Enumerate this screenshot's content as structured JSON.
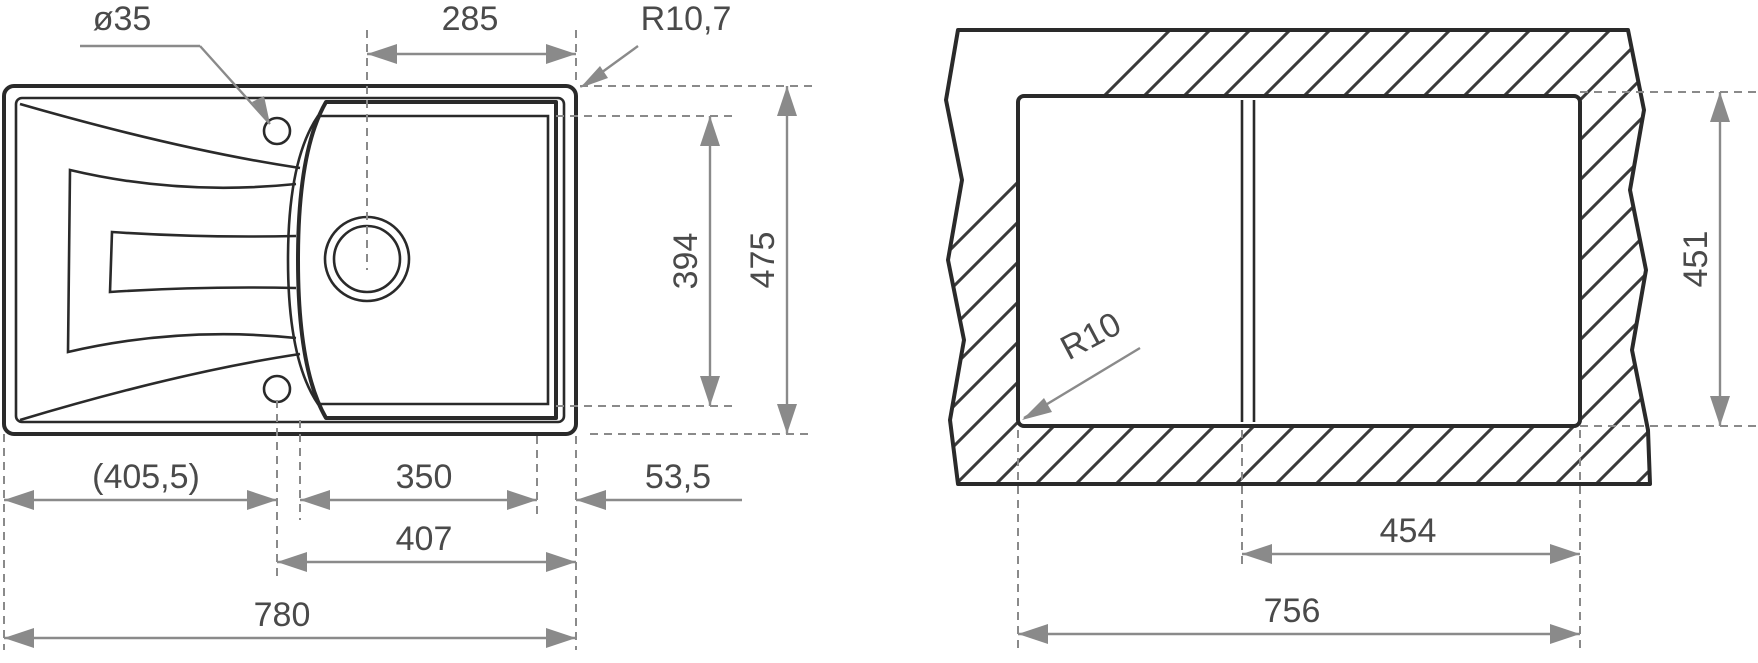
{
  "sink_plan": {
    "hole_diameter_label": "ø35",
    "bowl_center_offset_label": "285",
    "outer_corner_radius_label": "R10,7",
    "bowl_depth_label": "394",
    "overall_depth_label": "475",
    "drainer_width_label": "(405,5)",
    "bowl_width_label": "350",
    "bowl_rim_label": "53,5",
    "bowl_section_label": "407",
    "overall_width_label": "780"
  },
  "cutout": {
    "cutout_depth_label": "451",
    "corner_radius_label": "R10",
    "bowl_section_label": "454",
    "cutout_width_label": "756"
  }
}
